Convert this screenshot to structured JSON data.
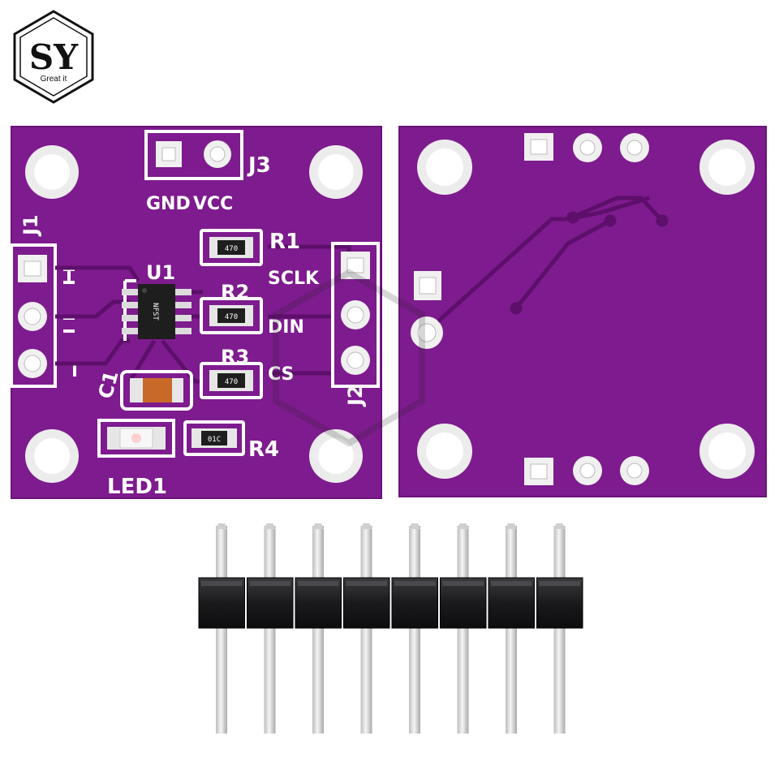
{
  "logo": {
    "monogram": "SY",
    "tagline": "Great it"
  },
  "front_board": {
    "labels": {
      "j3": "J3",
      "gnd": "GND",
      "vcc": "VCC",
      "j1": "J1",
      "r1": "R1",
      "u1": "U1",
      "r2": "R2",
      "r3": "R3",
      "c1": "C1",
      "j2": "J2",
      "r4": "R4",
      "led1": "LED1",
      "sclk": "SCLK",
      "din": "DIN",
      "cs": "CS"
    },
    "component_markings": {
      "r1": "470",
      "r2": "470",
      "r3": "470",
      "r4": "01C",
      "u1": "NFST"
    }
  },
  "colors": {
    "pcb": "#7e1b8e",
    "pcb_dark": "#5d0f6b",
    "silkscreen": "#ffffff",
    "pad_ring": "#e8e8e8",
    "capacitor": "#c8692a",
    "header_plastic": "#1d1d1f",
    "pin_metal": "#e6e6e6"
  }
}
